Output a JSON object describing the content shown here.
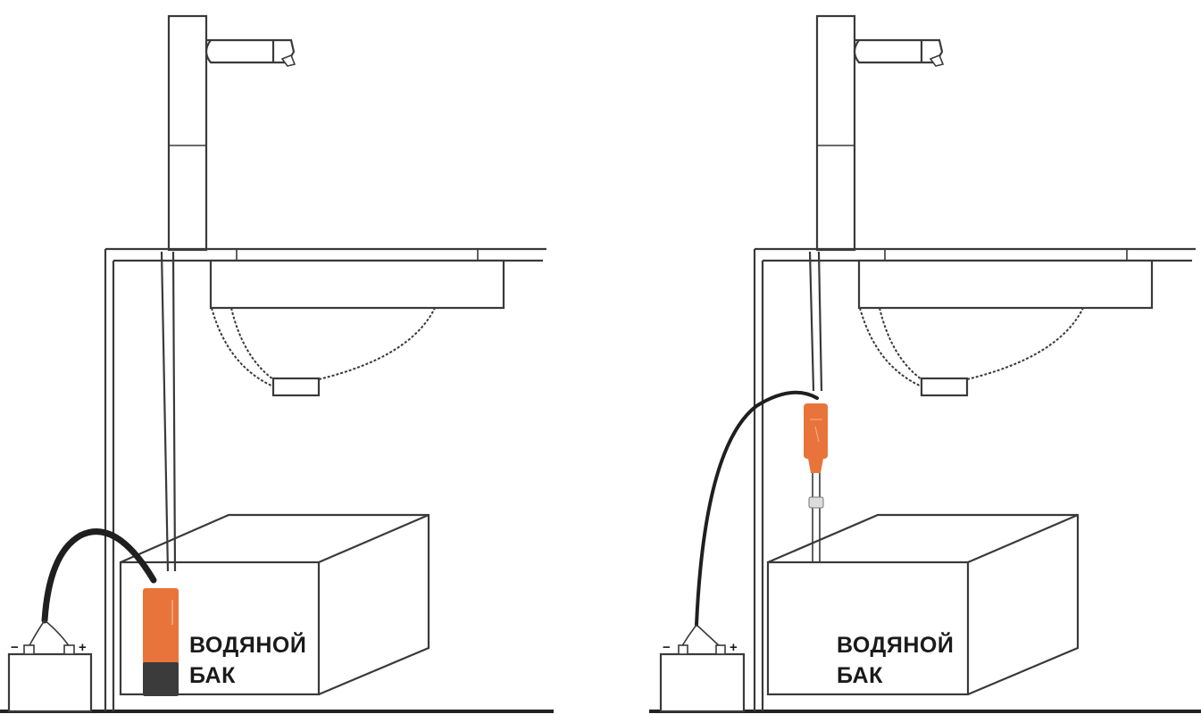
{
  "diagrams": [
    {
      "id": "left",
      "variant": "submersible pump inside tank",
      "tank_label_line1": "ВОДЯНОЙ",
      "tank_label_line2": "БАК",
      "battery_minus": "−",
      "battery_plus": "+",
      "pump_color": "#e8743b",
      "pump_base_color": "#3b3b3b"
    },
    {
      "id": "right",
      "variant": "inline pump on supply hose above tank",
      "tank_label_line1": "ВОДЯНОЙ",
      "tank_label_line2": "БАК",
      "battery_minus": "−",
      "battery_plus": "+",
      "pump_color": "#e8743b"
    }
  ],
  "colors": {
    "line": "#3a3a3a",
    "cable": "#1f1f1f",
    "pump": "#e8743b",
    "background": "#ffffff"
  }
}
